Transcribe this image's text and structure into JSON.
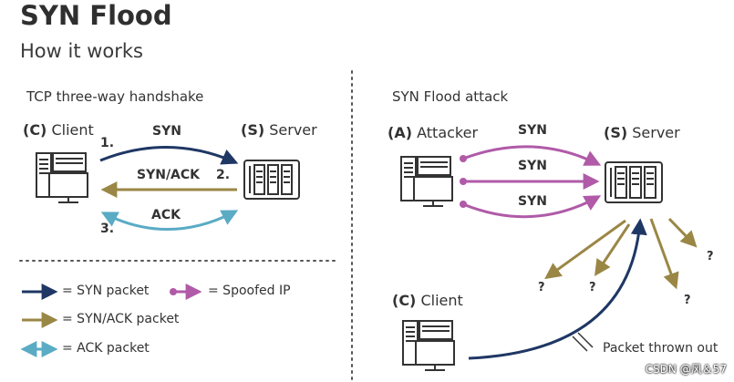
{
  "title": "SYN Flood",
  "subtitle": "How it works",
  "left": {
    "heading": "TCP three-way handshake",
    "client_tag": "(C)",
    "client_label": "Client",
    "server_tag": "(S)",
    "server_label": "Server",
    "syn_label": "SYN",
    "synack_label": "SYN/ACK",
    "ack_label": "ACK",
    "step1": "1.",
    "step2": "2.",
    "step3": "3."
  },
  "right": {
    "heading": "SYN Flood attack",
    "attacker_tag": "(A)",
    "attacker_label": "Attacker",
    "server_tag": "(S)",
    "server_label": "Server",
    "syn_labels": [
      "SYN",
      "SYN",
      "SYN"
    ],
    "client_tag": "(C)",
    "client_label": "Client",
    "thrown_out": "Packet thrown out",
    "question": "?"
  },
  "legend": {
    "syn_packet": "= SYN packet",
    "spoofed_ip": "= Spoofed IP",
    "synack_packet": "= SYN/ACK packet",
    "ack_packet": "= ACK packet"
  },
  "watermark": "CSDN @风＆57",
  "colors": {
    "syn": "#1f3764",
    "synack": "#9a8745",
    "ack": "#5aabc4",
    "spoofed": "#b05aa8",
    "icon": "#333333",
    "divider": "#555555"
  }
}
